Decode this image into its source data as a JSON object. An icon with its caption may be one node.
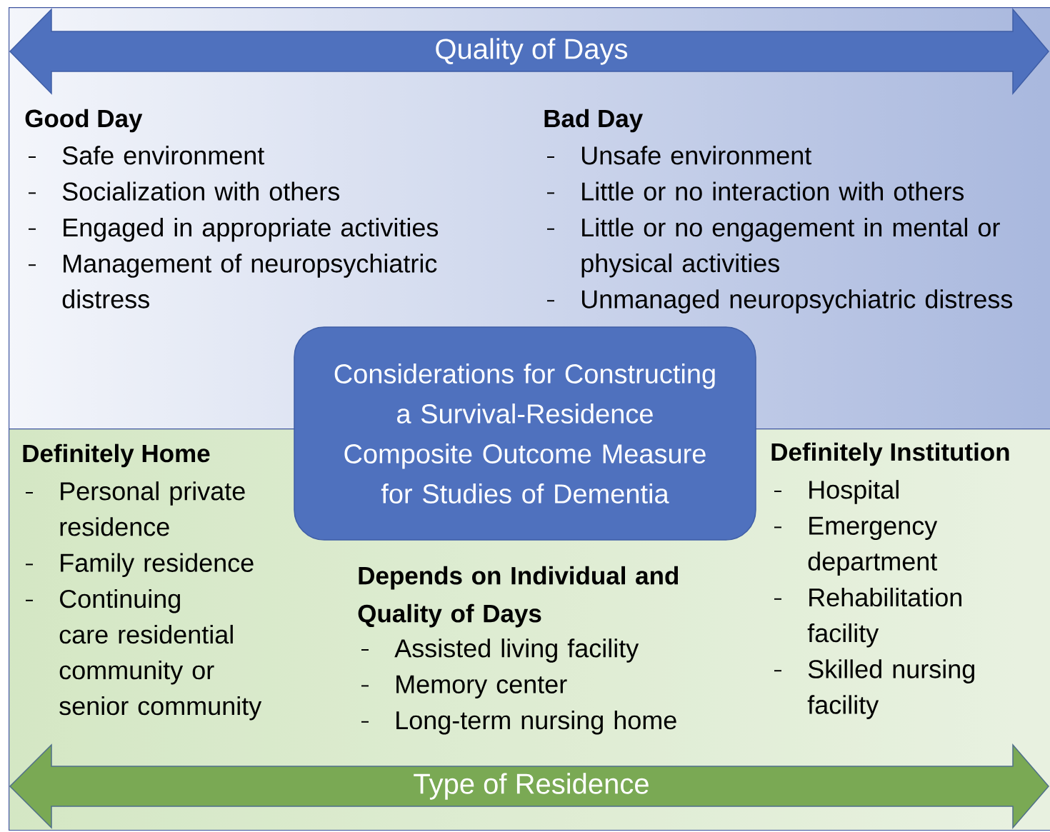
{
  "diagram": {
    "nodes": [
      {
        "text": [
          "Good Day",
          "Safe environment",
          "Socialization with others",
          "Engaged in appropriate activities",
          "Management of neuropsychiatric distress",
          "Bad Day",
          "Unsafe environment",
          "Little or no interaction with others",
          "Little or no engagement in mental or physical activities",
          "Unmanaged neuropsychiatric distress"
        ]
      },
      {
        "text": [
          "Quality of Days"
        ],
        "in": 0
      },
      {
        "text": [
          "Considerations for Constructing a Survival-Residence Composite Outcome Measure for Studies of Dementia"
        ]
      },
      {
        "text": [
          "Definitely Home",
          "Personal private residence",
          "Family residence",
          "Continuing care residential community or senior community",
          "Depends on Individual and Quality of Days",
          "Assisted living facility",
          "Memory center",
          "Long-term nursing home",
          "Definitely Institution",
          "Hospital",
          "Emergency department",
          "Rehabilitation facility",
          "Skilled nursing facility"
        ]
      },
      {
        "text": [
          "Type of Residence"
        ],
        "in": 3
      }
    ],
    "edges": []
  }
}
